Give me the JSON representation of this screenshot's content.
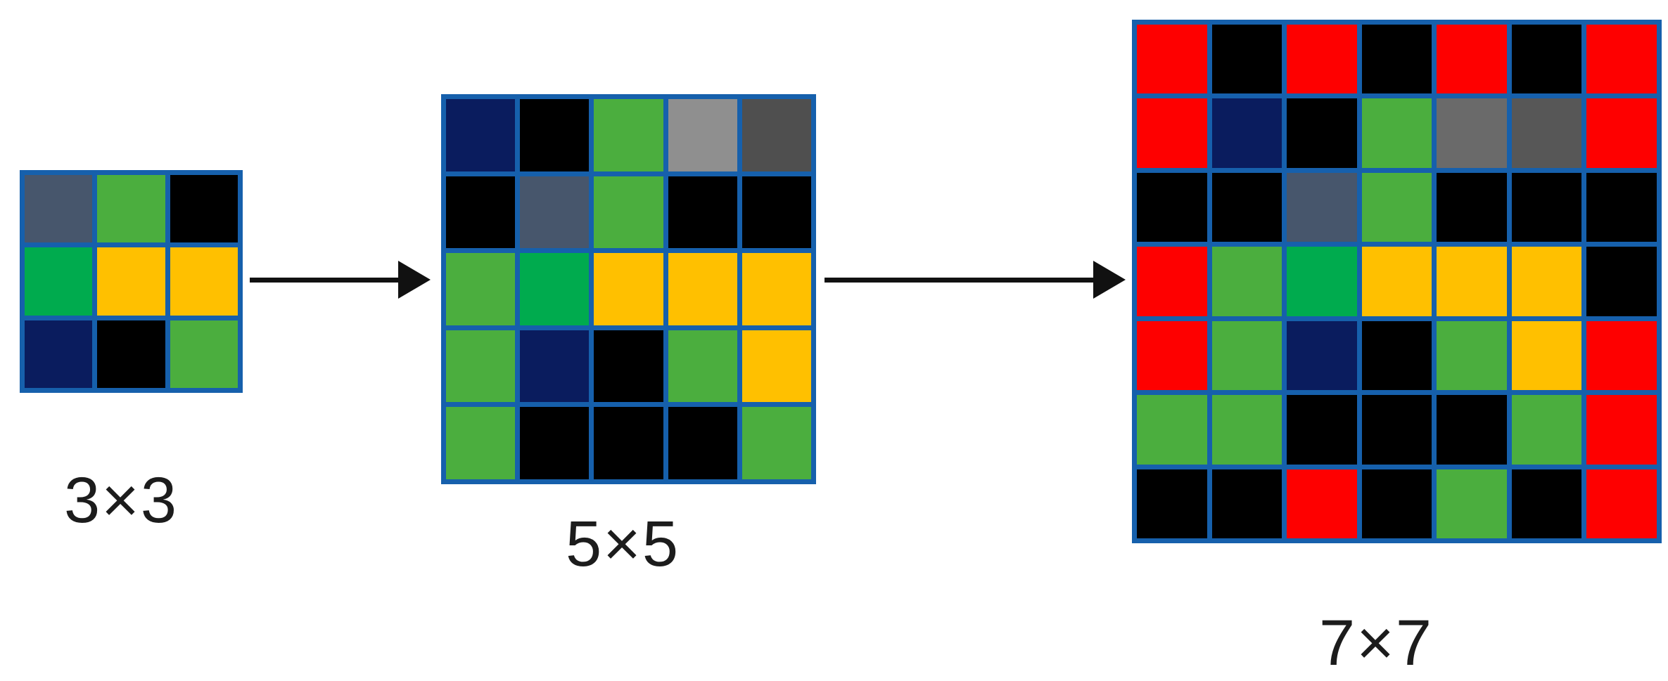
{
  "diagram": {
    "background": "#ffffff",
    "border_color": "#1660AC",
    "arrow_color": "#111111",
    "label_color": "#1c1c1c",
    "palette": {
      "black": "#000000",
      "red": "#FE0000",
      "navy": "#0A1C5E",
      "slate": "#47566C",
      "green": "#4BAE3E",
      "emerald": "#00AB4E",
      "amber": "#FFC000",
      "gray_light": "#8F8F8F",
      "gray_dark": "#4F4F4F",
      "gray_mid_light": "#6A6A6A",
      "gray_mid_dark": "#575757"
    },
    "grids": [
      {
        "id": "grid-3x3",
        "label": "3×3",
        "size": 3,
        "cells": [
          [
            "slate",
            "green",
            "black"
          ],
          [
            "emerald",
            "amber",
            "amber"
          ],
          [
            "navy",
            "black",
            "green"
          ]
        ]
      },
      {
        "id": "grid-5x5",
        "label": "5×5",
        "size": 5,
        "cells": [
          [
            "navy",
            "black",
            "green",
            "gray_light",
            "gray_dark"
          ],
          [
            "black",
            "slate",
            "green",
            "black",
            "black"
          ],
          [
            "green",
            "emerald",
            "amber",
            "amber",
            "amber"
          ],
          [
            "green",
            "navy",
            "black",
            "green",
            "amber"
          ],
          [
            "green",
            "black",
            "black",
            "black",
            "green"
          ]
        ]
      },
      {
        "id": "grid-7x7",
        "label": "7×7",
        "size": 7,
        "cells": [
          [
            "red",
            "black",
            "red",
            "black",
            "red",
            "black",
            "red"
          ],
          [
            "red",
            "navy",
            "black",
            "green",
            "gray_mid_light",
            "gray_mid_dark",
            "red"
          ],
          [
            "black",
            "black",
            "slate",
            "green",
            "black",
            "black",
            "black"
          ],
          [
            "red",
            "green",
            "emerald",
            "amber",
            "amber",
            "amber",
            "black"
          ],
          [
            "red",
            "green",
            "navy",
            "black",
            "green",
            "amber",
            "red"
          ],
          [
            "green",
            "green",
            "black",
            "black",
            "black",
            "green",
            "red"
          ],
          [
            "black",
            "black",
            "red",
            "black",
            "green",
            "black",
            "red"
          ]
        ]
      }
    ],
    "arrows": [
      {
        "id": "arrow-3x3-to-5x5"
      },
      {
        "id": "arrow-5x5-to-7x7"
      }
    ]
  }
}
